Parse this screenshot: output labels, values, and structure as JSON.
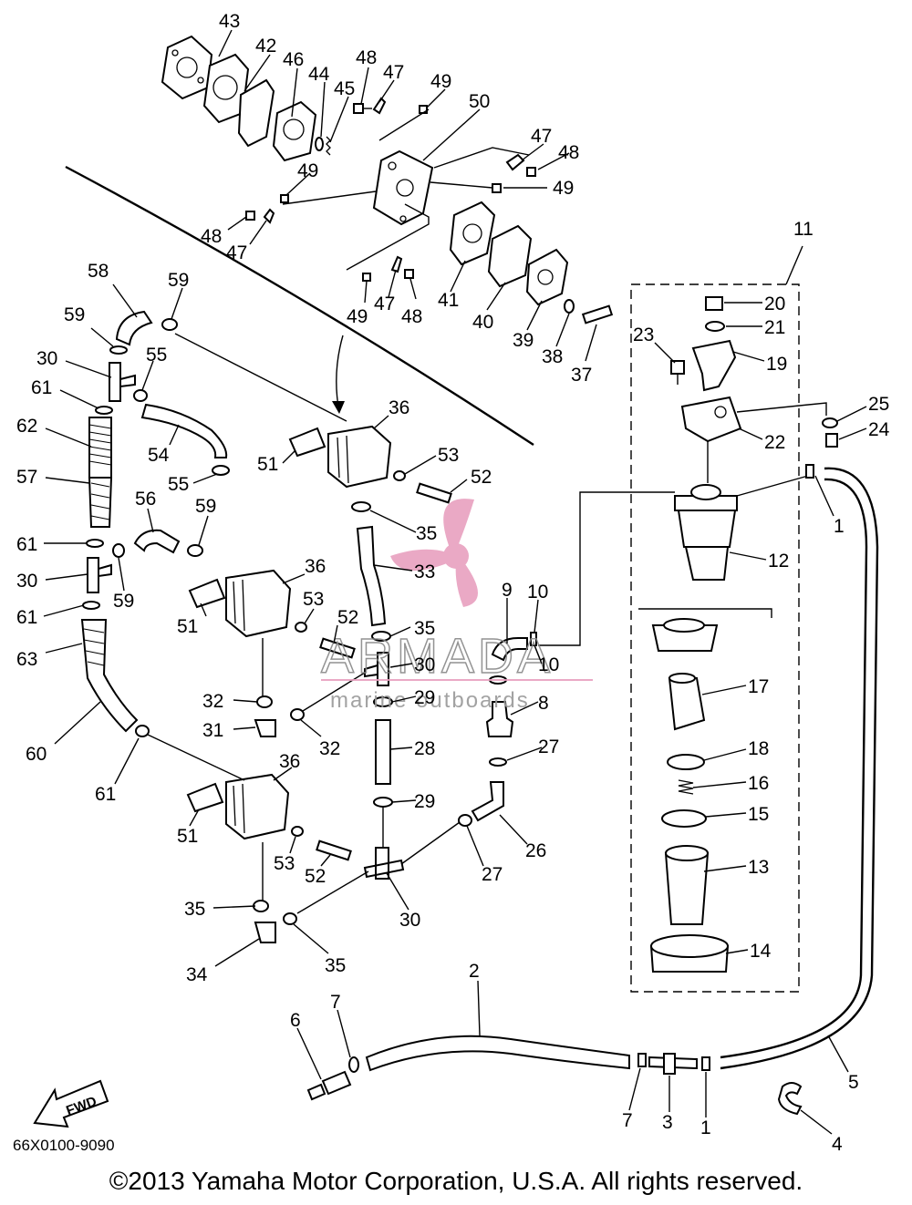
{
  "diagram_code": "66X0100-9090",
  "copyright": "©2013 Yamaha Motor Corporation, U.S.A. All rights reserved.",
  "fwd_label": "FWD",
  "watermark": {
    "brand": "ARMADA",
    "tagline": "marine outboards",
    "accent_color": "#e8a0bf"
  },
  "callouts": [
    {
      "id": "c43",
      "text": "43"
    },
    {
      "id": "c42",
      "text": "42"
    },
    {
      "id": "c46",
      "text": "46"
    },
    {
      "id": "c44",
      "text": "44"
    },
    {
      "id": "c45",
      "text": "45"
    },
    {
      "id": "c48a",
      "text": "48"
    },
    {
      "id": "c47a",
      "text": "47"
    },
    {
      "id": "c49a",
      "text": "49"
    },
    {
      "id": "c50",
      "text": "50"
    },
    {
      "id": "c47b",
      "text": "47"
    },
    {
      "id": "c48b",
      "text": "48"
    },
    {
      "id": "c49b",
      "text": "49"
    },
    {
      "id": "c49c",
      "text": "49"
    },
    {
      "id": "c48c",
      "text": "48"
    },
    {
      "id": "c47c",
      "text": "47"
    },
    {
      "id": "c11",
      "text": "11"
    },
    {
      "id": "c58",
      "text": "58"
    },
    {
      "id": "c59a",
      "text": "59"
    },
    {
      "id": "c59b",
      "text": "59"
    },
    {
      "id": "c30a",
      "text": "30"
    },
    {
      "id": "c55a",
      "text": "55"
    },
    {
      "id": "c61a",
      "text": "61"
    },
    {
      "id": "c49d",
      "text": "49"
    },
    {
      "id": "c47d",
      "text": "47"
    },
    {
      "id": "c48d",
      "text": "48"
    },
    {
      "id": "c41",
      "text": "41"
    },
    {
      "id": "c40",
      "text": "40"
    },
    {
      "id": "c39",
      "text": "39"
    },
    {
      "id": "c38",
      "text": "38"
    },
    {
      "id": "c37",
      "text": "37"
    },
    {
      "id": "c20",
      "text": "20"
    },
    {
      "id": "c21",
      "text": "21"
    },
    {
      "id": "c23",
      "text": "23"
    },
    {
      "id": "c19",
      "text": "19"
    },
    {
      "id": "c25",
      "text": "25"
    },
    {
      "id": "c24",
      "text": "24"
    },
    {
      "id": "c22",
      "text": "22"
    },
    {
      "id": "c62",
      "text": "62"
    },
    {
      "id": "c54",
      "text": "54"
    },
    {
      "id": "c36a",
      "text": "36"
    },
    {
      "id": "c51a",
      "text": "51"
    },
    {
      "id": "c53a",
      "text": "53"
    },
    {
      "id": "c52a",
      "text": "52"
    },
    {
      "id": "c55b",
      "text": "55"
    },
    {
      "id": "c57",
      "text": "57"
    },
    {
      "id": "c56",
      "text": "56"
    },
    {
      "id": "c59c",
      "text": "59"
    },
    {
      "id": "c1a",
      "text": "1"
    },
    {
      "id": "c12",
      "text": "12"
    },
    {
      "id": "c35a",
      "text": "35"
    },
    {
      "id": "c61b",
      "text": "61"
    },
    {
      "id": "c30b",
      "text": "30"
    },
    {
      "id": "c59d",
      "text": "59"
    },
    {
      "id": "c36b",
      "text": "36"
    },
    {
      "id": "c33",
      "text": "33"
    },
    {
      "id": "c9",
      "text": "9"
    },
    {
      "id": "c10a",
      "text": "10"
    },
    {
      "id": "c61c",
      "text": "61"
    },
    {
      "id": "c51b",
      "text": "51"
    },
    {
      "id": "c53b",
      "text": "53"
    },
    {
      "id": "c52b",
      "text": "52"
    },
    {
      "id": "c35b",
      "text": "35"
    },
    {
      "id": "c63",
      "text": "63"
    },
    {
      "id": "c30c",
      "text": "30"
    },
    {
      "id": "c10b",
      "text": "10"
    },
    {
      "id": "c17",
      "text": "17"
    },
    {
      "id": "c32a",
      "text": "32"
    },
    {
      "id": "c29a",
      "text": "29"
    },
    {
      "id": "c8",
      "text": "8"
    },
    {
      "id": "c31",
      "text": "31"
    },
    {
      "id": "c32b",
      "text": "32"
    },
    {
      "id": "c60",
      "text": "60"
    },
    {
      "id": "c28",
      "text": "28"
    },
    {
      "id": "c27a",
      "text": "27"
    },
    {
      "id": "c18",
      "text": "18"
    },
    {
      "id": "c36c",
      "text": "36"
    },
    {
      "id": "c16",
      "text": "16"
    },
    {
      "id": "c61d",
      "text": "61"
    },
    {
      "id": "c29b",
      "text": "29"
    },
    {
      "id": "c15",
      "text": "15"
    },
    {
      "id": "c51c",
      "text": "51"
    },
    {
      "id": "c26",
      "text": "26"
    },
    {
      "id": "c53c",
      "text": "53"
    },
    {
      "id": "c52c",
      "text": "52"
    },
    {
      "id": "c13",
      "text": "13"
    },
    {
      "id": "c27b",
      "text": "27"
    },
    {
      "id": "c35c",
      "text": "35"
    },
    {
      "id": "c30d",
      "text": "30"
    },
    {
      "id": "c14",
      "text": "14"
    },
    {
      "id": "c34",
      "text": "34"
    },
    {
      "id": "c35d",
      "text": "35"
    },
    {
      "id": "c2",
      "text": "2"
    },
    {
      "id": "c6",
      "text": "6"
    },
    {
      "id": "c7a",
      "text": "7"
    },
    {
      "id": "c5",
      "text": "5"
    },
    {
      "id": "c7b",
      "text": "7"
    },
    {
      "id": "c3",
      "text": "3"
    },
    {
      "id": "c1b",
      "text": "1"
    },
    {
      "id": "c4",
      "text": "4"
    }
  ]
}
